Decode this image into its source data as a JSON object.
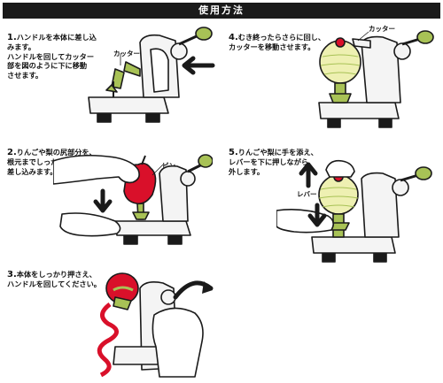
{
  "title": "使用方法",
  "steps": [
    {
      "num": "1.",
      "text": "ハンドルを本体に差し込\nみます。\nハンドルを回してカッター\n部を図のように下に移動\nさせます。",
      "labels": [
        "カッター"
      ]
    },
    {
      "num": "2.",
      "text": "りんごや梨の尻部分を、\n根元までしっかりピンに\n差し込みます。",
      "labels": [
        "ピン"
      ]
    },
    {
      "num": "3.",
      "text": "本体をしっかり押さえ、\nハンドルを回してください。",
      "labels": []
    },
    {
      "num": "4.",
      "text": "むき終ったらさらに回し、\nカッターを移動させます。",
      "labels": [
        "カッター"
      ]
    },
    {
      "num": "5.",
      "text": "りんごや梨に手を添え、\nレバーを下に押しながら\n外します。",
      "labels": [
        "レバー"
      ]
    }
  ],
  "colors": {
    "green": "#a8c256",
    "light_green": "#eef0b2",
    "red": "#d9102a",
    "machine": "#f4f4f4",
    "stroke": "#1a1a1a"
  }
}
